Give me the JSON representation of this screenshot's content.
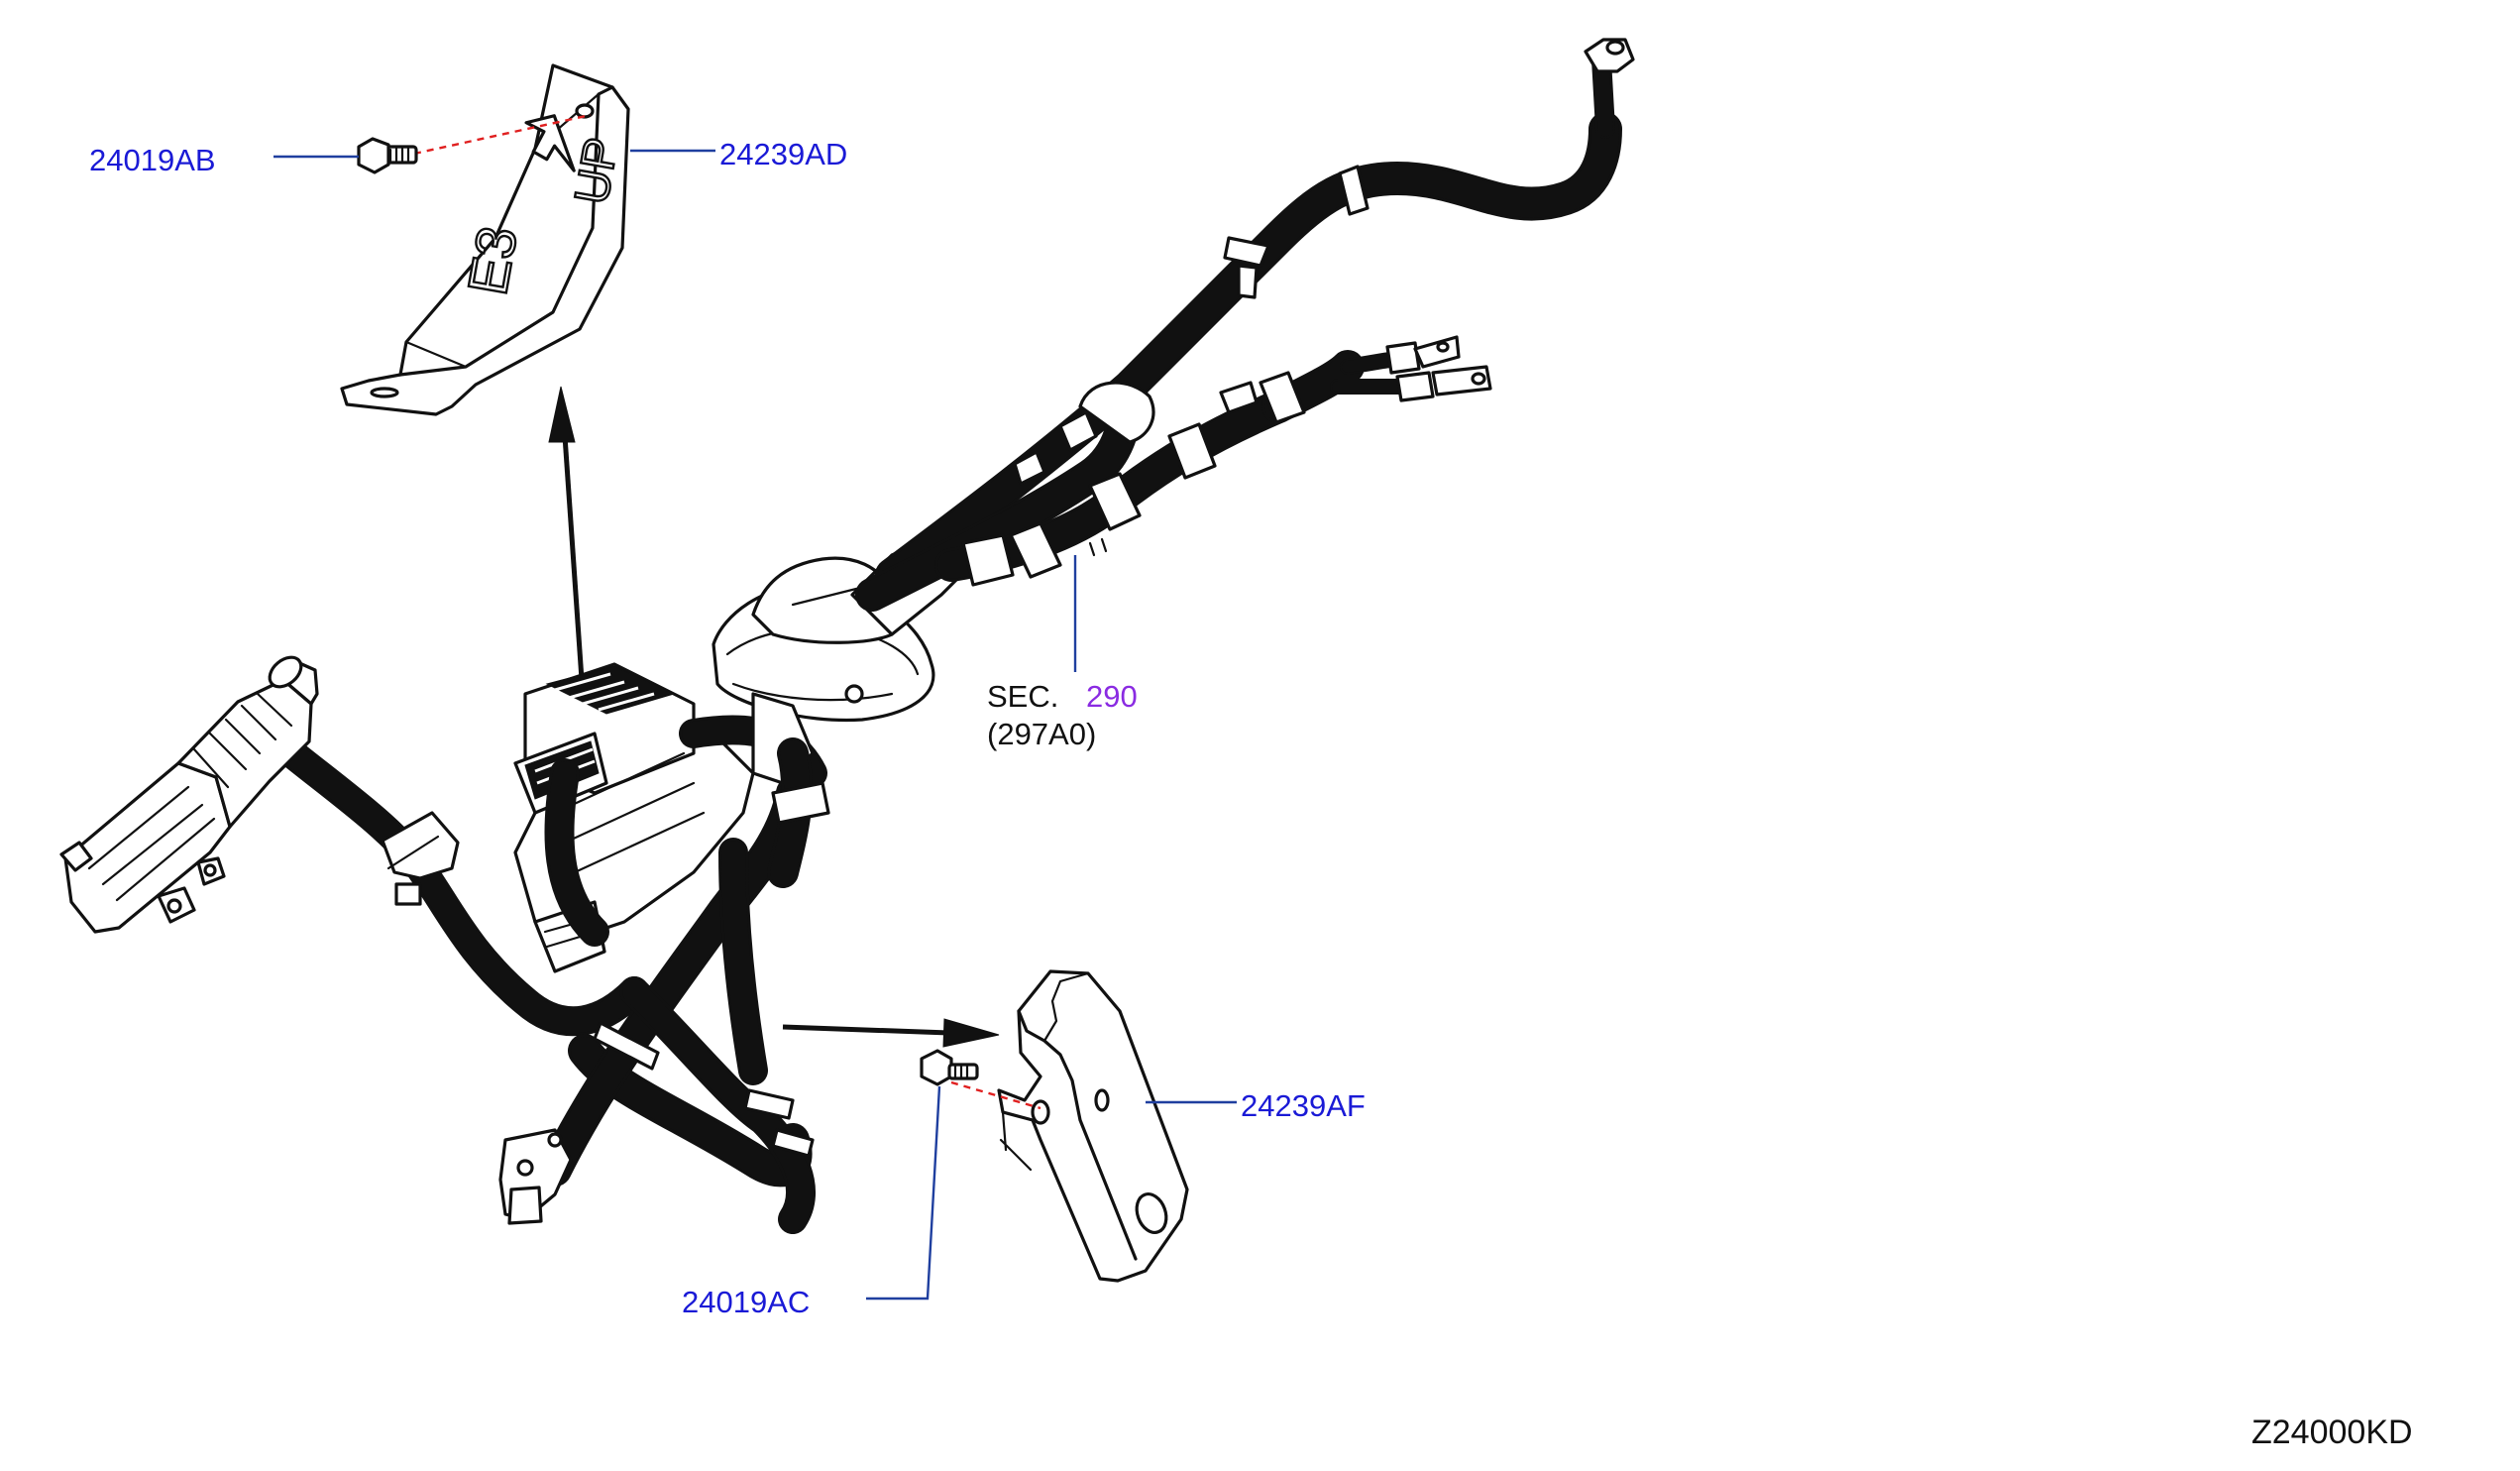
{
  "diagram": {
    "labels": {
      "bolt_upper": "24019AB",
      "bracket_upper": "24239AD",
      "section_prefix": "SEC.",
      "section_number": "290",
      "section_sub": "(297A0)",
      "bracket_lower": "24239AF",
      "bolt_lower": "24019AC",
      "drawing_id": "Z24000KD"
    },
    "bracket_upper_marks": {
      "stamp": "E3",
      "direction": "UP"
    },
    "colors": {
      "part_link": "#1a1ad6",
      "section_link": "#8a2be2",
      "leader": "#1f3f9f",
      "fastener_path": "#e02020"
    }
  }
}
